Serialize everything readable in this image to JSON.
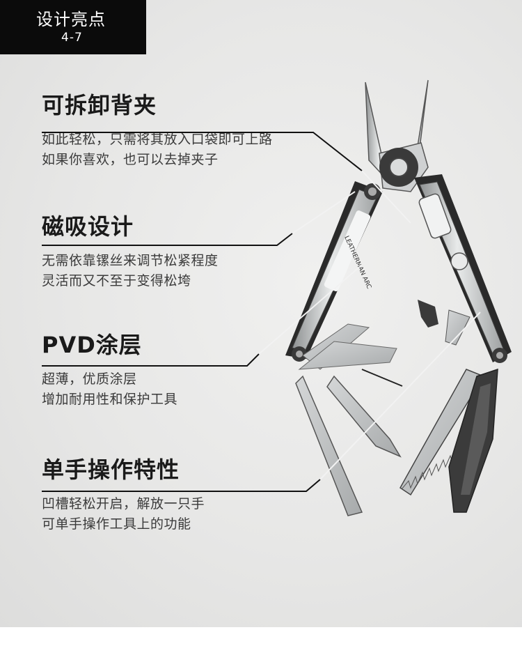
{
  "badge": {
    "title": "设计亮点",
    "subtitle": "4-7"
  },
  "features": [
    {
      "title": "可拆卸背夹",
      "lines": [
        "如此轻松，只需将其放入口袋即可上路",
        "如果你喜欢，也可以去掉夹子"
      ]
    },
    {
      "title": "磁吸设计",
      "lines": [
        "无需依靠镙丝来调节松紧程度",
        "灵活而又不至于变得松垮"
      ]
    },
    {
      "title": "PVD涂层",
      "lines": [
        "超薄，优质涂层",
        "增加耐用性和保护工具"
      ]
    },
    {
      "title": "单手操作特性",
      "lines": [
        "凹槽轻松开启，解放一只手",
        "可单手操作工具上的功能"
      ]
    }
  ],
  "product_image": {
    "icon": "multitool-photo",
    "engraving": "LEATHERMAN ARC",
    "colors": {
      "steel": "#b9bcbd",
      "dark": "#2a2a2a",
      "blade": "#3b3b3b"
    }
  }
}
